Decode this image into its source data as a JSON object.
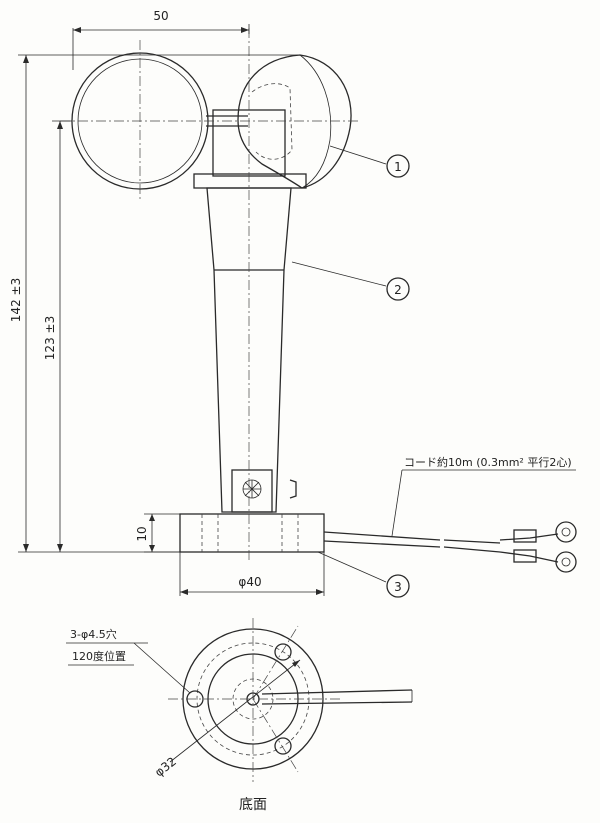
{
  "dimensions": {
    "width_top": "50",
    "height_total": "142 ±3",
    "height_cup": "123 ±3",
    "base_height": "10",
    "base_diameter": "φ40",
    "bottom_circle": "φ32"
  },
  "annotations": {
    "cord": "コード約10m (0.3mm² 平行2心)",
    "holes": "3-φ4.5穴",
    "hole_position": "120度位置",
    "bottom_view": "底面"
  },
  "part_labels": [
    "1",
    "2",
    "3"
  ]
}
